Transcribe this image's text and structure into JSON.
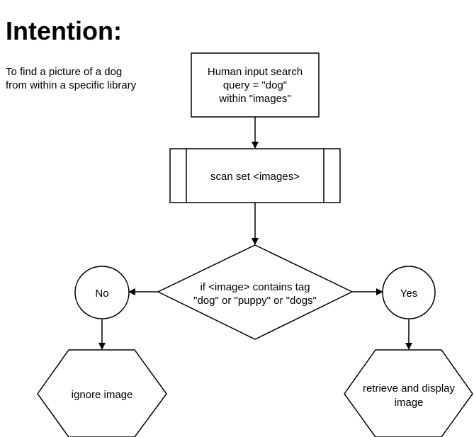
{
  "title": "Intention:",
  "intention": {
    "line1": "To find a picture of a dog",
    "line2": "from within a specific library"
  },
  "nodes": {
    "input": {
      "line1": "Human input search",
      "line2": "query = \"dog\"",
      "line3": "within \"images\""
    },
    "scan": {
      "label": "scan set <images>"
    },
    "decision": {
      "line1": "if <image> contains tag",
      "line2": "\"dog\" or \"puppy\" or \"dogs\""
    },
    "no": {
      "label": "No"
    },
    "yes": {
      "label": "Yes"
    },
    "ignore": {
      "label": "ignore image"
    },
    "retrieve": {
      "line1": "retrieve and display",
      "line2": "image"
    }
  }
}
